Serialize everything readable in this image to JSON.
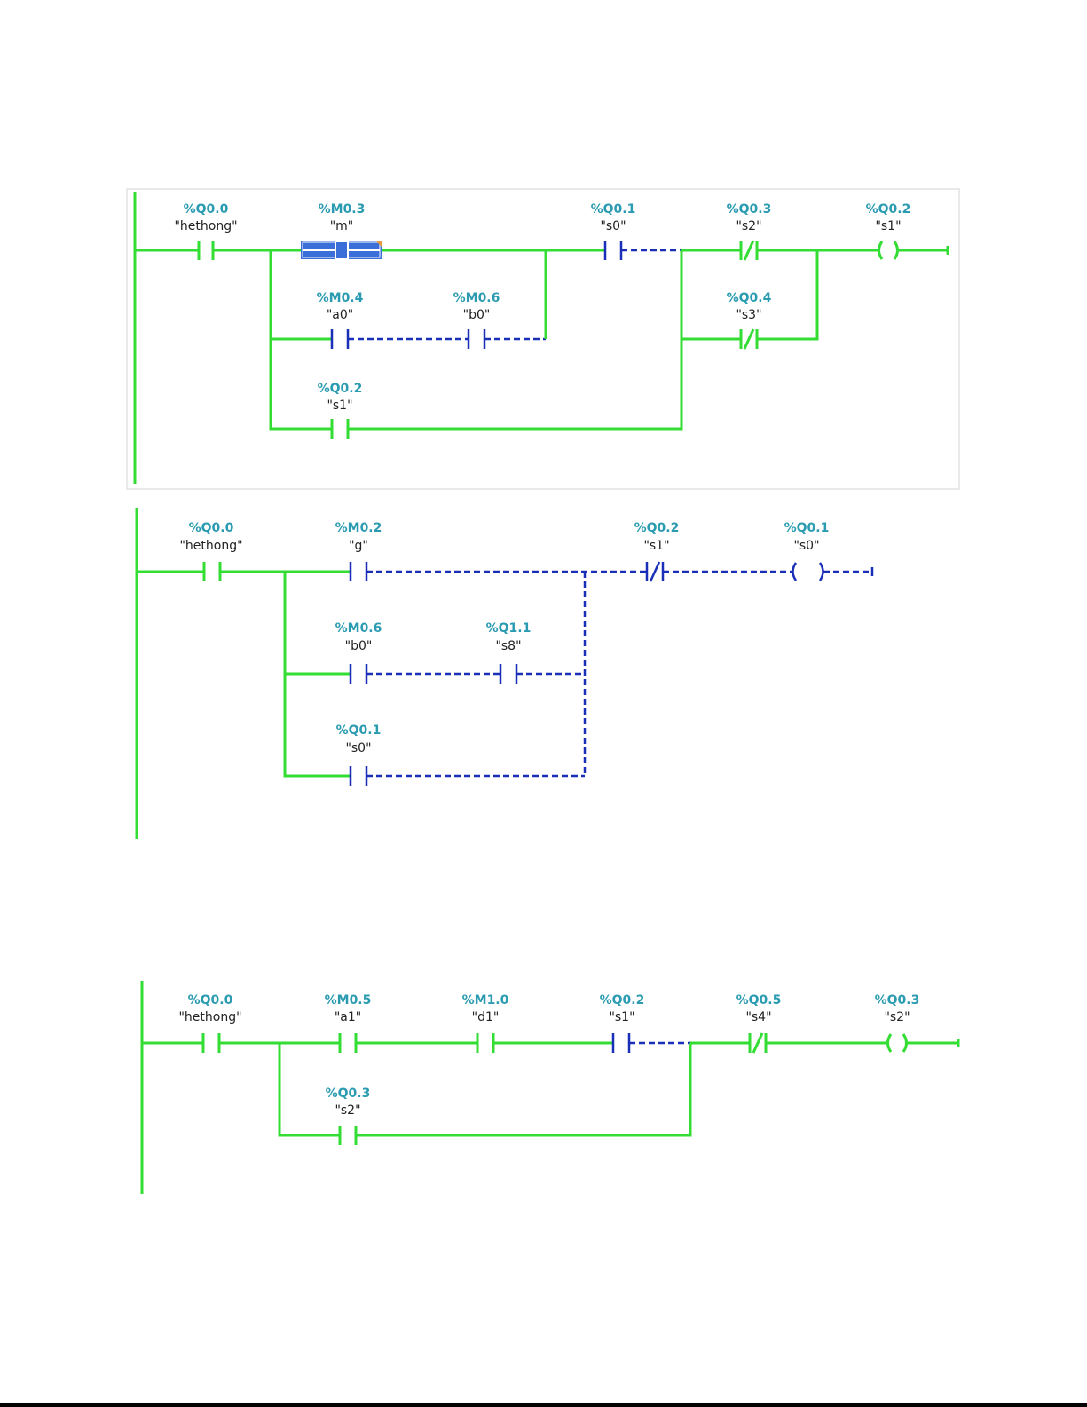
{
  "networks": [
    {
      "id": "network-1",
      "elements": [
        {
          "id": "n1-hethong",
          "addr": "%Q0.0",
          "tag": "\"hethong\""
        },
        {
          "id": "n1-m",
          "addr": "%M0.3",
          "tag": "\"m\""
        },
        {
          "id": "n1-s0",
          "addr": "%Q0.1",
          "tag": "\"s0\""
        },
        {
          "id": "n1-s2",
          "addr": "%Q0.3",
          "tag": "\"s2\""
        },
        {
          "id": "n1-s1-coil",
          "addr": "%Q0.2",
          "tag": "\"s1\""
        },
        {
          "id": "n1-a0",
          "addr": "%M0.4",
          "tag": "\"a0\""
        },
        {
          "id": "n1-b0",
          "addr": "%M0.6",
          "tag": "\"b0\""
        },
        {
          "id": "n1-s3",
          "addr": "%Q0.4",
          "tag": "\"s3\""
        },
        {
          "id": "n1-s1",
          "addr": "%Q0.2",
          "tag": "\"s1\""
        }
      ]
    },
    {
      "id": "network-2",
      "elements": [
        {
          "id": "n2-hethong",
          "addr": "%Q0.0",
          "tag": "\"hethong\""
        },
        {
          "id": "n2-g",
          "addr": "%M0.2",
          "tag": "\"g\""
        },
        {
          "id": "n2-s1",
          "addr": "%Q0.2",
          "tag": "\"s1\""
        },
        {
          "id": "n2-s0-coil",
          "addr": "%Q0.1",
          "tag": "\"s0\""
        },
        {
          "id": "n2-b0",
          "addr": "%M0.6",
          "tag": "\"b0\""
        },
        {
          "id": "n2-s8",
          "addr": "%Q1.1",
          "tag": "\"s8\""
        },
        {
          "id": "n2-s0",
          "addr": "%Q0.1",
          "tag": "\"s0\""
        }
      ]
    },
    {
      "id": "network-3",
      "elements": [
        {
          "id": "n3-hethong",
          "addr": "%Q0.0",
          "tag": "\"hethong\""
        },
        {
          "id": "n3-a1",
          "addr": "%M0.5",
          "tag": "\"a1\""
        },
        {
          "id": "n3-d1",
          "addr": "%M1.0",
          "tag": "\"d1\""
        },
        {
          "id": "n3-s1",
          "addr": "%Q0.2",
          "tag": "\"s1\""
        },
        {
          "id": "n3-s4",
          "addr": "%Q0.5",
          "tag": "\"s4\""
        },
        {
          "id": "n3-s2-coil",
          "addr": "%Q0.3",
          "tag": "\"s2\""
        },
        {
          "id": "n3-s2",
          "addr": "%Q0.3",
          "tag": "\"s2\""
        }
      ]
    }
  ],
  "colors": {
    "energized_wire": "#33dd33",
    "unpowered_wire": "#1a2fb8",
    "address_label": "#2a9bb0",
    "tag_label": "#222222",
    "selection_highlight": "#3a6ed8"
  }
}
